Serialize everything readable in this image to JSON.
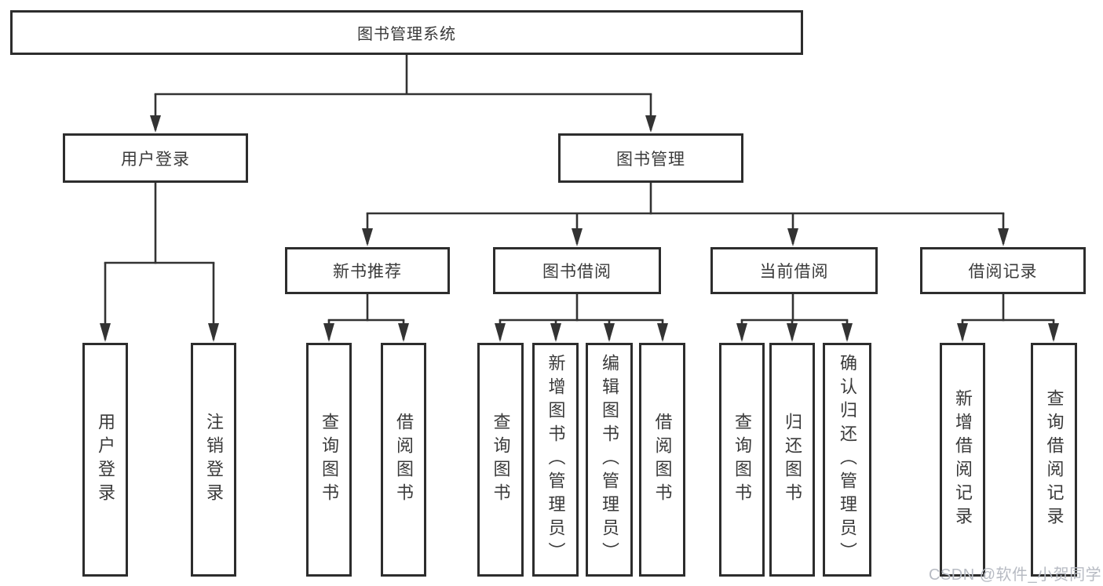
{
  "title": "图书管理系统",
  "watermark": "CSDN @软件_小贺同学",
  "colors": {
    "line": "#333333",
    "box_border": "#2d2d2d",
    "text": "#3a3a3a",
    "watermark": "#b7bbc3"
  },
  "tree": {
    "root": "图书管理系统",
    "branches": [
      {
        "label": "用户登录",
        "leaves": [
          "用户登录",
          "注销登录"
        ]
      },
      {
        "label": "图书管理",
        "groups": [
          {
            "label": "新书推荐",
            "leaves": [
              "查询图书",
              "借阅图书"
            ]
          },
          {
            "label": "图书借阅",
            "leaves": [
              "查询图书",
              "新增图书（管理员）",
              "编辑图书（管理员）",
              "借阅图书"
            ]
          },
          {
            "label": "当前借阅",
            "leaves": [
              "查询图书",
              "归还图书",
              "确认归还（管理员）"
            ]
          },
          {
            "label": "借阅记录",
            "leaves": [
              "新增借阅记录",
              "查询借阅记录"
            ]
          }
        ]
      }
    ]
  }
}
